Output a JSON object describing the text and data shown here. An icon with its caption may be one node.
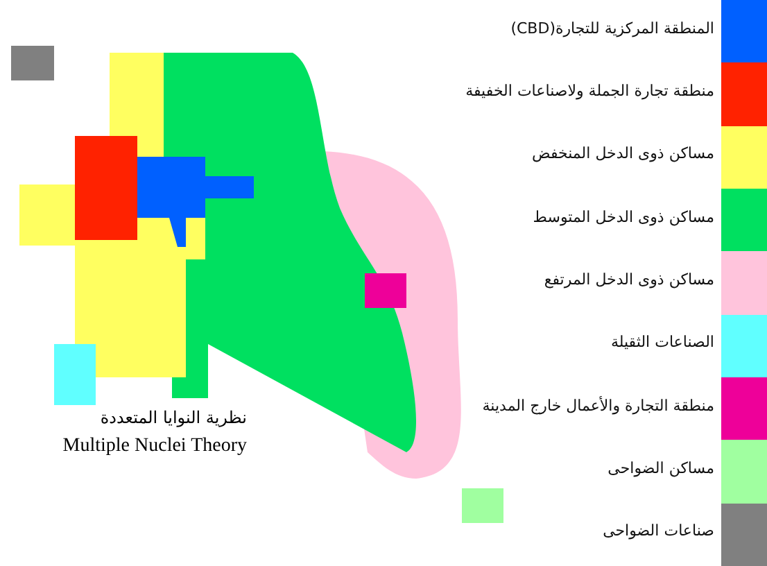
{
  "diagram": {
    "labels": [
      "نظرية النوايا المتعددة",
      "Multiple Nuclei Theory"
    ],
    "legend": [
      {
        "text": "المنطقة المركزية للتجارة(CBD)",
        "color": "#0060ff"
      },
      {
        "text": "منطقة تجارة الجملة ولاصناعات الخفيفة",
        "color": "#ff2200"
      },
      {
        "text": "مساكن ذوى الدخل المنخفض",
        "color": "#ffff60"
      },
      {
        "text": "مساكن ذوى الدخل المتوسط",
        "color": "#00e060"
      },
      {
        "text": "مساكن ذوى الدخل المرتفع",
        "color": "#ffc4dc"
      },
      {
        "text": "الصناعات الثقيلة",
        "color": "#60ffff"
      },
      {
        "text": "منطقة التجارة والأعمال خارج المدينة",
        "color": "#ee0099"
      },
      {
        "text": "مساكن الضواحى",
        "color": "#a0ffa0"
      },
      {
        "text": "صناعات الضواحى",
        "color": "#808080"
      }
    ]
  }
}
